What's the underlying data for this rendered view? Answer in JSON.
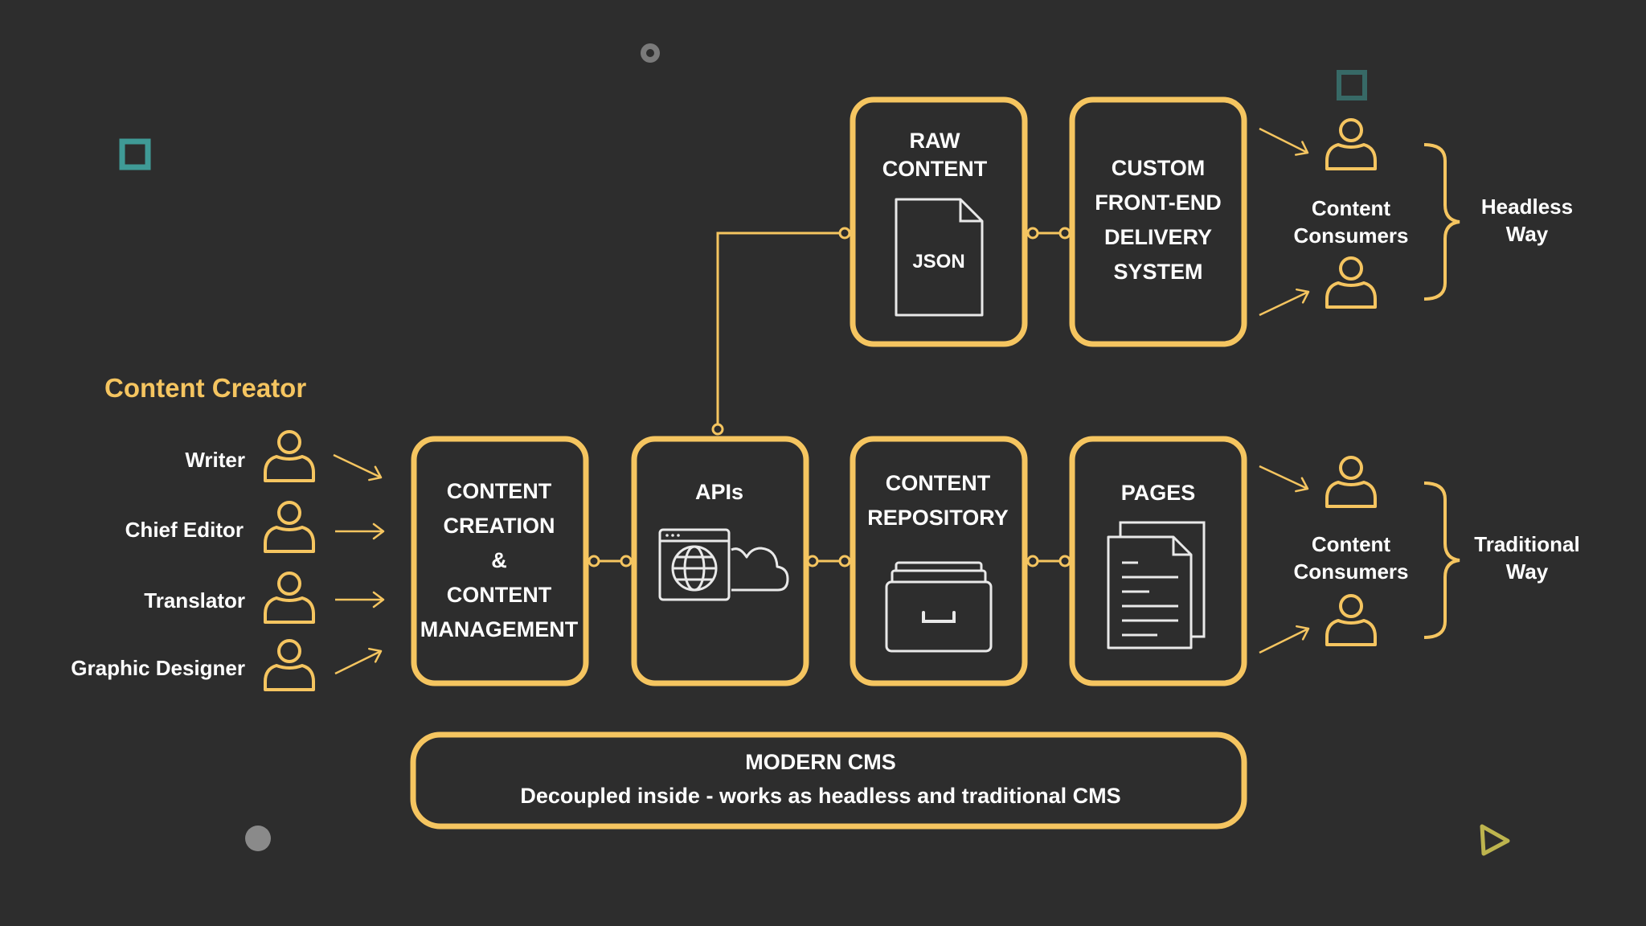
{
  "colors": {
    "background": "#2d2d2d",
    "accent": "#f5c560",
    "teal": "#3f9a96",
    "gray": "#8a8a8a",
    "text": "#ffffff"
  },
  "creator": {
    "title": "Content Creator",
    "roles": [
      "Writer",
      "Chief Editor",
      "Translator",
      "Graphic Designer"
    ]
  },
  "boxes": {
    "creation": [
      "CONTENT",
      "CREATION",
      "&",
      "CONTENT",
      "MANAGEMENT"
    ],
    "apis": "APIs",
    "repository": [
      "CONTENT",
      "REPOSITORY"
    ],
    "pages": "PAGES",
    "raw": [
      "RAW",
      "CONTENT"
    ],
    "json_label": "JSON",
    "frontend": [
      "CUSTOM",
      "FRONT-END",
      "DELIVERY",
      "SYSTEM"
    ]
  },
  "consumers": {
    "headless_label": [
      "Content",
      "Consumers"
    ],
    "traditional_label": [
      "Content",
      "Consumers"
    ]
  },
  "ways": {
    "headless": [
      "Headless",
      "Way"
    ],
    "traditional": [
      "Traditional",
      "Way"
    ]
  },
  "cms": {
    "title": "MODERN CMS",
    "subtitle": "Decoupled inside - works as headless and traditional CMS"
  },
  "icons": [
    "person-icon",
    "arrow-icon",
    "document-icon",
    "browser-globe-icon",
    "cloud-icon",
    "file-drawer-icon",
    "pages-icon",
    "brace-icon",
    "square-outline-icon",
    "circle-icon",
    "triangle-play-icon"
  ]
}
